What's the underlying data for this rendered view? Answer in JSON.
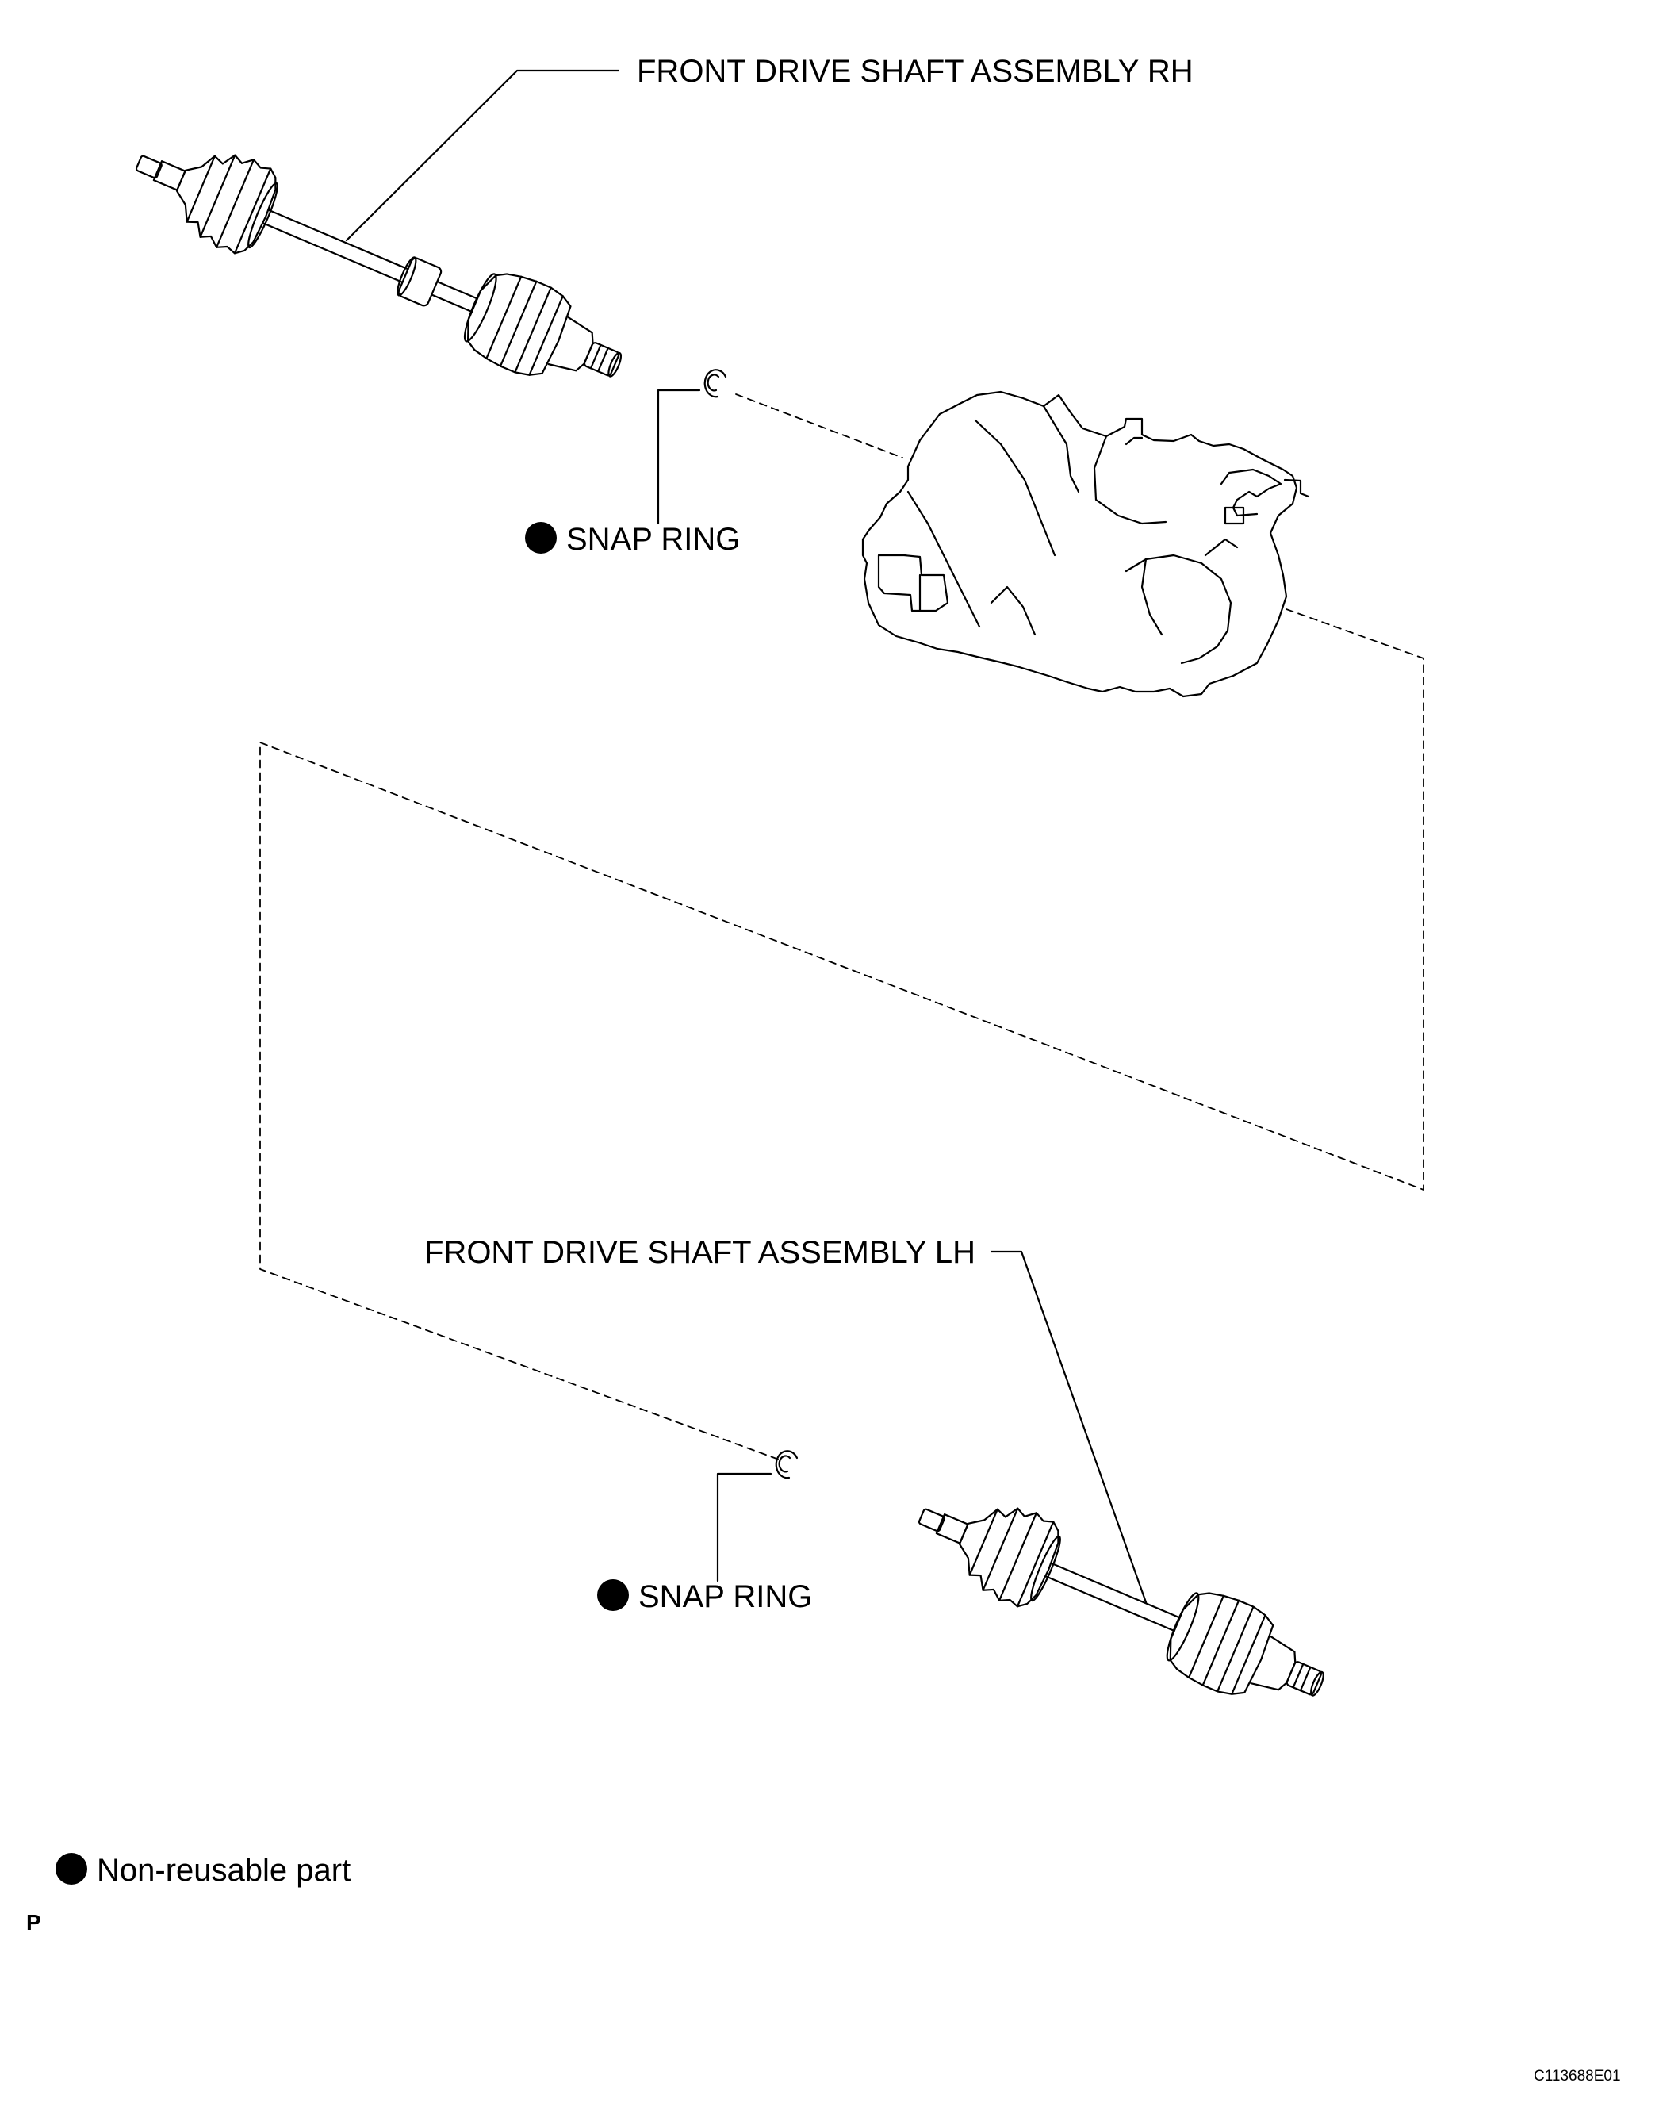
{
  "labels": {
    "shaft_rh": "FRONT DRIVE SHAFT ASSEMBLY RH",
    "shaft_lh": "FRONT DRIVE SHAFT ASSEMBLY LH",
    "snap_ring_upper": "SNAP RING",
    "snap_ring_lower": "SNAP RING"
  },
  "legend": {
    "non_reusable": "Non-reusable part"
  },
  "corner_mark": "P",
  "figure_code": "C113688E01",
  "colors": {
    "line": "#000000",
    "background": "#ffffff"
  },
  "icons": {
    "non_reusable_marker": "filled-black-circle"
  }
}
